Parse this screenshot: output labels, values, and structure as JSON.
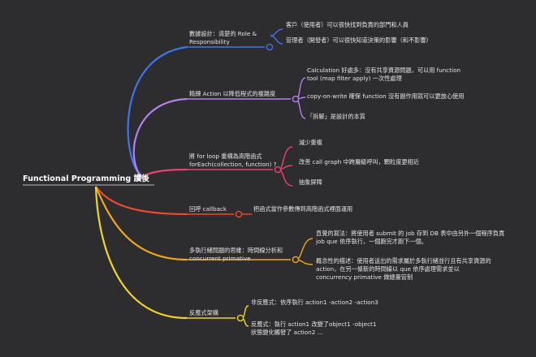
{
  "root": {
    "title": "Functional Programming 讀後"
  },
  "branches": [
    {
      "color": "#3f73f0",
      "label_lines": [
        "數據設計：清楚的 Role &",
        "Responsibility"
      ],
      "children": [
        [
          "客戶（使用者）可以很快找到負責的部門和人員"
        ],
        [
          "管理者（開發者）可以很快知道決策的影響（和不影響）"
        ]
      ]
    },
    {
      "color": "#b47ff0",
      "label_lines": [
        "精練 Action 以降低程式的複雜度"
      ],
      "children": [
        [
          "Calculation 好處多：沒有共享資源問題，可以用 function",
          "tool (map filter apply) 一次性處理"
        ],
        [
          "copy-on-write 確保 function 沒有副作用就可以更放心使用"
        ],
        [
          "「拆解」是設計的本質"
        ]
      ]
    },
    {
      "color": "#e8436e",
      "label_lines": [
        "將 for loop 重構為高階函式",
        "forEach(collection, function) ?"
      ],
      "children": [
        [
          "減少重複"
        ],
        [
          "改善 call graph 中跨層級呼叫，顆粒度更相近"
        ],
        [
          "抽象屏障"
        ]
      ]
    },
    {
      "color": "#ee4a2e",
      "label_lines": [
        "回呼 callback"
      ],
      "children": [
        [
          "把函式當作參數傳到高階函式裡面運用"
        ]
      ]
    },
    {
      "color": "#f2a51e",
      "label_lines": [
        "多執行緒問題的思維：時間線分析和",
        "concurrent primative"
      ],
      "children": [
        [
          "直覺的寫法：將使用者 submit 的 job 存到 DB 表中由另外一個程序負責",
          "job que 依序執行，一個跑完才跑下一個。"
        ],
        [
          "概念性的描述：使用者送出的需求屬於多執行緒並行且有共享資源的",
          "action，在另一條新的時間線以 que 依序處理需求並以",
          "concurrency primative 做總量管制"
        ]
      ]
    },
    {
      "color": "#f0d328",
      "label_lines": [
        "反應式架構"
      ],
      "children": [
        [
          "非反應式：依序執行 action1 -action2 -action3"
        ],
        [
          "反應式：執行 action1 改變了object1 -object1",
          "狀態變化觸發了 action2 ..."
        ]
      ]
    }
  ]
}
